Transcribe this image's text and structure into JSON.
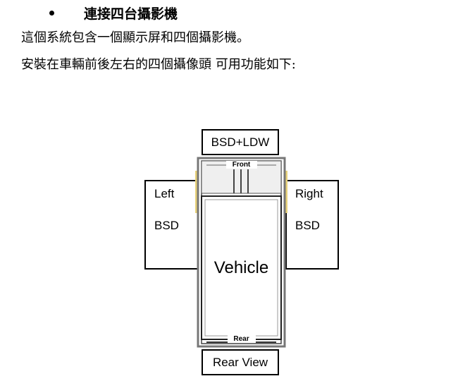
{
  "heading": {
    "bullet": "•",
    "title": "連接四台攝影機"
  },
  "paragraphs": [
    "這個系統包含一個顯示屏和四個攝影機。",
    "安裝在車輛前後左右的四個攝像頭 可用功能如下:"
  ],
  "diagram": {
    "front_box": "BSD+LDW",
    "left_box_line1": "Left",
    "left_box_line2": "BSD",
    "right_box_line1": "Right",
    "right_box_line2": "BSD",
    "rear_box": "Rear View",
    "vehicle_label": "Vehicle",
    "front_label": "Front",
    "rear_label": "Rear",
    "colors": {
      "vehicle_outline": "#666666",
      "sensor_strip": "#e8d27a"
    }
  }
}
